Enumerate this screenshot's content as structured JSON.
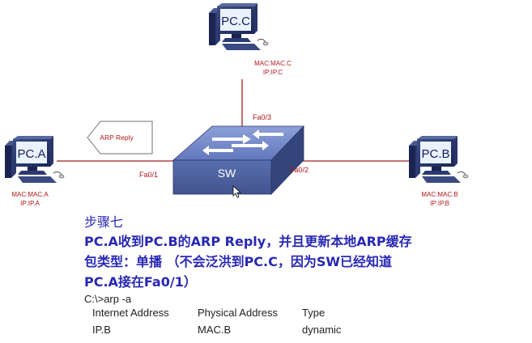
{
  "nodes": {
    "pc_a": {
      "name": "PC.A",
      "mac": "MAC:MAC.A",
      "ip": "IP:IP.A"
    },
    "pc_b": {
      "name": "PC.B",
      "mac": "MAC:MAC.B",
      "ip": "IP:IP.B"
    },
    "pc_c": {
      "name": "PC.C",
      "mac": "MAC:MAC.C",
      "ip": "IP:IP.C"
    },
    "switch": {
      "name": "SW"
    }
  },
  "ports": {
    "fa01": "Fa0/1",
    "fa02": "Fa0/2",
    "fa03": "Fa0/3"
  },
  "arp_reply_tag": "ARP Reply",
  "text": {
    "step": "步骤七",
    "line1": "PC.A收到PC.B的ARP Reply，并且更新本地ARP缓存",
    "line2": "包类型：单播 （不会泛洪到PC.C，因为SW已经知道",
    "line3": "PC.A接在Fa0/1）"
  },
  "command": {
    "prompt": "C:\\>arp -a",
    "headers": [
      "Internet Address",
      "Physical Address",
      "Type"
    ],
    "rows": [
      [
        "IP.B",
        "MAC.B",
        "dynamic"
      ]
    ]
  },
  "colors": {
    "link": "#a02020",
    "text_blue": "#2828b4",
    "label_red": "#b01818",
    "switch_face": "#5a6fb0"
  }
}
